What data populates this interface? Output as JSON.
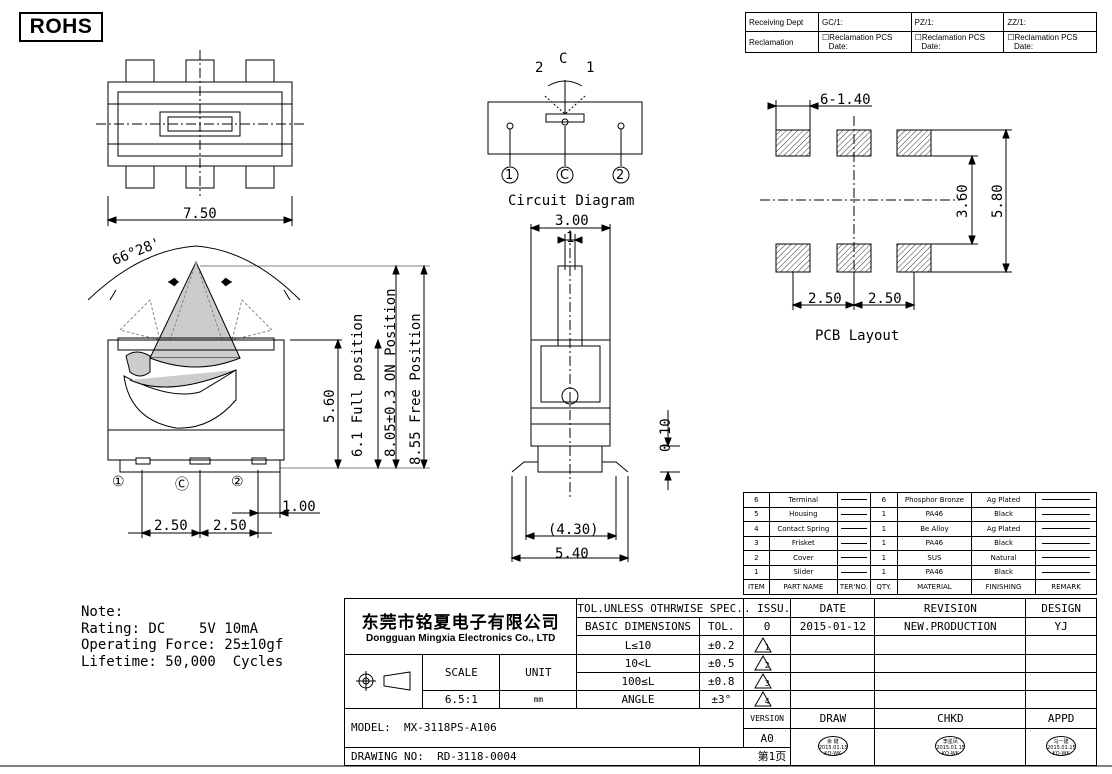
{
  "rohs": "ROHS",
  "header_table": {
    "receiving_dept": "Receiving Dept",
    "gc": "GC/1:",
    "pz": "PZ/1:",
    "zz": "ZZ/1:",
    "reclamation": "Reclamation",
    "reclamation_pcs": "☐Reclamation  PCS",
    "date": "Date:"
  },
  "drawing_labels": {
    "dim_750": "7.50",
    "angle": "66°28'",
    "dim_560": "5.60",
    "full_position": "6.1  Full position",
    "on_position": "8.05±0.3  ON Position",
    "free_position": "8.55  Free Position",
    "term1": "①",
    "termc": "Ⓒ",
    "term2": "②",
    "dim_250a": "2.50",
    "dim_250b": "2.50",
    "dim_100": "1.00",
    "circuit_c": "C",
    "circuit_2": "2",
    "circuit_1": "1",
    "circuit_title": "Circuit Diagram",
    "dim_300": "3.00",
    "dim_1": "1",
    "dim_010": "0.10",
    "dim_430": "(4.30)",
    "dim_540": "5.40",
    "pcb_6140": "6-1.40",
    "pcb_360": "3.60",
    "pcb_580": "5.80",
    "pcb_250a": "2.50",
    "pcb_250b": "2.50",
    "pcb_title": "PCB Layout"
  },
  "note": {
    "title": "Note:",
    "rating": "Rating: DC    5V 10mA",
    "force": "Operating Force: 25±10gf",
    "lifetime": "Lifetime: 50,000  Cycles"
  },
  "bom": [
    {
      "item": "6",
      "name": "Terminal",
      "ter": "",
      "qty": "6",
      "material": "Phosphor Bronze",
      "finishing": "Ag Plated",
      "remark": ""
    },
    {
      "item": "5",
      "name": "Housing",
      "ter": "",
      "qty": "1",
      "material": "PA46",
      "finishing": "Black",
      "remark": ""
    },
    {
      "item": "4",
      "name": "Contact Spring",
      "ter": "",
      "qty": "1",
      "material": "Be Alloy",
      "finishing": "Ag Plated",
      "remark": ""
    },
    {
      "item": "3",
      "name": "Frisket",
      "ter": "",
      "qty": "1",
      "material": "PA46",
      "finishing": "Black",
      "remark": ""
    },
    {
      "item": "2",
      "name": "Cover",
      "ter": "",
      "qty": "1",
      "material": "SUS",
      "finishing": "Natural",
      "remark": ""
    },
    {
      "item": "1",
      "name": "Slider",
      "ter": "",
      "qty": "1",
      "material": "PA46",
      "finishing": "Black",
      "remark": ""
    }
  ],
  "bom_header": {
    "item": "ITEM",
    "name": "PART NAME",
    "ter": "TER'NO.",
    "qty": "QTY.",
    "material": "MATERIAL",
    "finishing": "FINISHING",
    "remark": "REMARK"
  },
  "title_block": {
    "company_cn": "东莞市铭夏电子有限公司",
    "company_en": "Dongguan Mingxia Electronics Co., LTD",
    "tol_header": "TOL.UNLESS OTHRWISE SPEC.",
    "basic_dim": "BASIC DIMENSIONS",
    "tol": "TOL.",
    "tol_rows": [
      {
        "range": "L≤10",
        "tol": "±0.2"
      },
      {
        "range": "10<L",
        "tol": "±0.5"
      },
      {
        "range": "100≤L",
        "tol": "±0.8"
      },
      {
        "range": "ANGLE",
        "tol": "±3°"
      }
    ],
    "scale_label": "SCALE",
    "unit_label": "UNIT",
    "scale": "6.5:1",
    "unit": "mm",
    "issu": ". ISSU.",
    "date_label": "DATE",
    "revision_label": "REVISION",
    "design_label": "DESIGN",
    "issue_no": "0",
    "issue_date": "2015-01-12",
    "revision": "NEW.PRODUCTION",
    "designer": "YJ",
    "tri_1": "1",
    "tri_2": "2",
    "tri_3": "3",
    "tri_4": "4",
    "version_label": "VERSION",
    "version": "A0",
    "draw_label": "DRAW",
    "chkd_label": "CHKD",
    "appd_label": "APPD",
    "model_label": "MODEL:",
    "model": "MX-3118PS-A106",
    "drawing_no_label": "DRAWING NO:",
    "drawing_no": "RD-3118-0004",
    "page": "第1页",
    "stamps": [
      {
        "name": "余 键",
        "date": "2015.01.15",
        "code": "KQ-WK"
      },
      {
        "name": "李星凤",
        "date": "2015.01.15",
        "code": "KQ-WK"
      },
      {
        "name": "马一建",
        "date": "2015.01.15",
        "code": "KQ-WK"
      }
    ]
  }
}
